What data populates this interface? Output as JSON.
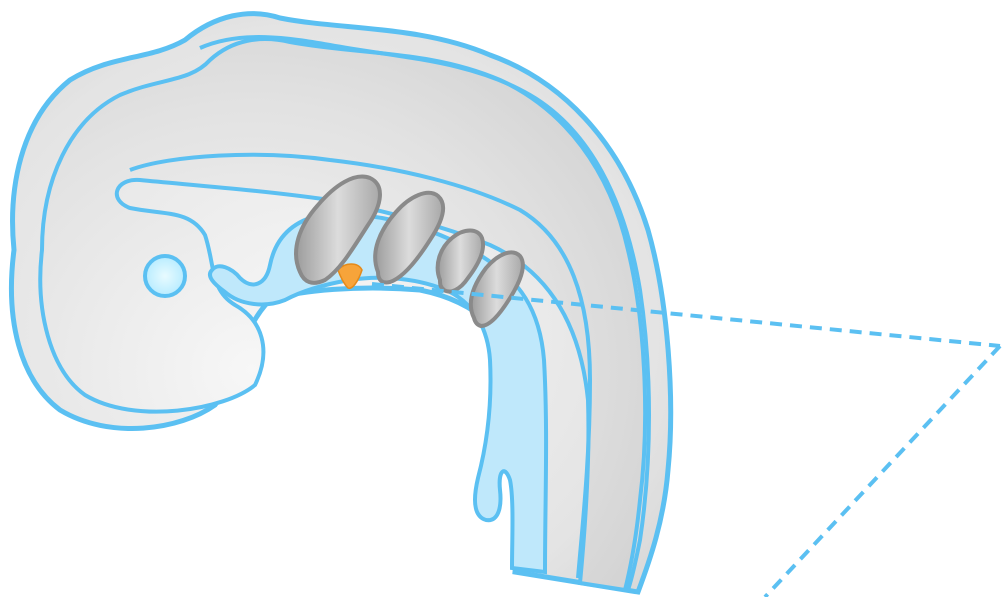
{
  "figure": {
    "colors": {
      "outline": "#5bc0f2",
      "outer_fill": "#e9e9e9",
      "inner_fill_light": "#f4f4f4",
      "inner_fill_dark": "#d6d6d6",
      "gut_fill": "#bfe8fb",
      "arch_fill": "#bdbdbd",
      "arch_stroke": "#8a8a8a",
      "pouch_fill": "#f7a43a",
      "eye_fill": "#c8f0ff",
      "callout_line": "#5bc0f2"
    },
    "parts": [
      "embryo-outline",
      "neural-tube",
      "gut-tube",
      "pharyngeal-arches",
      "pharyngeal-pouch",
      "optic-vesicle",
      "callout-lines"
    ]
  }
}
